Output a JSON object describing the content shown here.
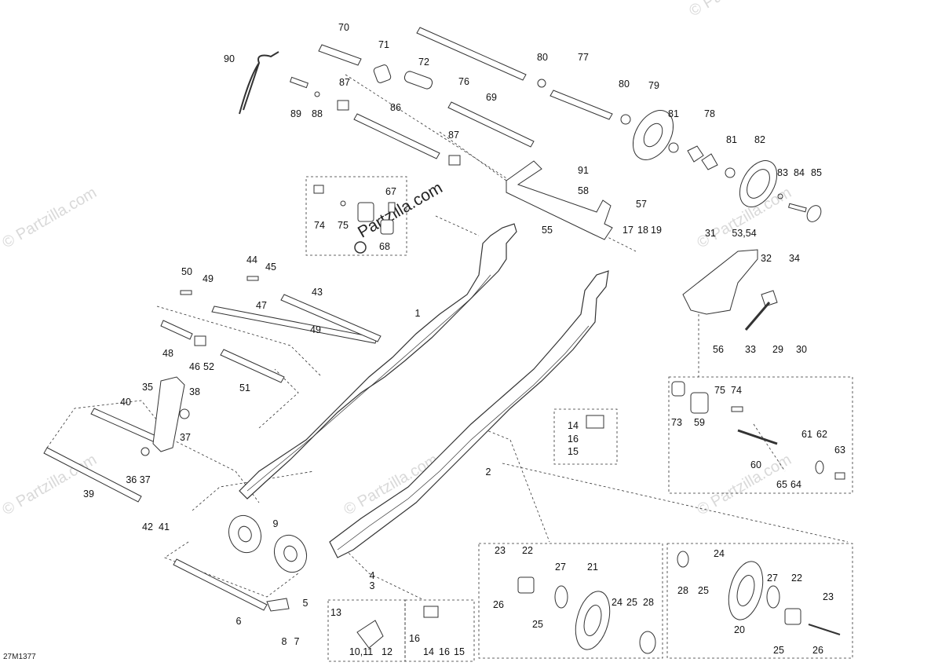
{
  "watermark": {
    "brand": "© Partzilla.com",
    "main": "Partzilla.com"
  },
  "diagram_code": "27M1377",
  "callouts": [
    "70",
    "71",
    "72",
    "76",
    "80",
    "77",
    "79",
    "90",
    "87",
    "89",
    "88",
    "86",
    "69",
    "87b",
    "91",
    "58",
    "78",
    "81",
    "82",
    "83",
    "84",
    "85",
    "67",
    "74",
    "75",
    "68",
    "55",
    "57",
    "17",
    "18",
    "19",
    "31",
    "53,54",
    "32",
    "34",
    "56",
    "33",
    "29",
    "30",
    "50",
    "49",
    "44",
    "45",
    "43",
    "1",
    "47",
    "48",
    "46",
    "52",
    "49b",
    "51",
    "35",
    "38",
    "40",
    "37",
    "36",
    "37b",
    "39",
    "42",
    "41",
    "9",
    "6",
    "5",
    "8",
    "7",
    "4",
    "3",
    "13",
    "10,11",
    "12",
    "16",
    "14",
    "16b",
    "15",
    "14b",
    "16c",
    "15b",
    "2",
    "73",
    "75b",
    "74b",
    "59",
    "60",
    "61",
    "62",
    "63",
    "65",
    "64",
    "23",
    "22",
    "27",
    "21",
    "26",
    "25",
    "24",
    "25b",
    "28",
    "28b",
    "25c",
    "24b",
    "27b",
    "22b",
    "23b",
    "20",
    "25d",
    "26b"
  ]
}
